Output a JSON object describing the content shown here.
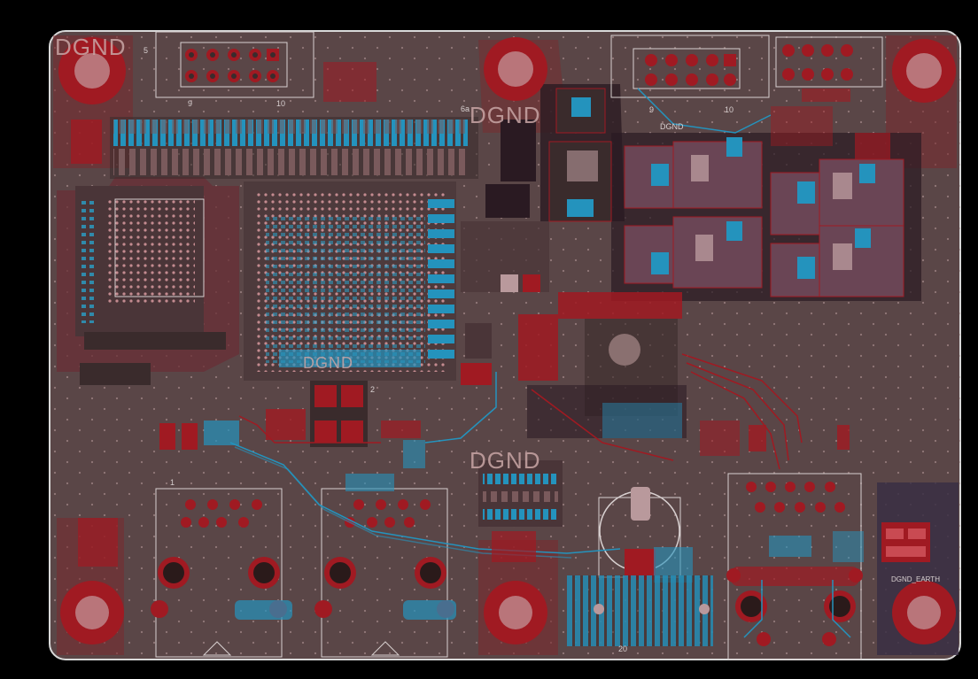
{
  "view": {
    "title": ""
  },
  "colors": {
    "background": "#000000",
    "board": "#5a4647",
    "board_edge": "#d9d9d9",
    "copper_top": "#a01a22",
    "copper_bottom": "#1f8fb5",
    "copper_inner": "#7a2a2e",
    "silkscreen": "#d8d0d0",
    "pad_fill": "#c94a52"
  },
  "labels": {
    "dgnd_1": "DGND",
    "dgnd_2": "DGND",
    "dgnd_3": "DGND",
    "dgnd_4": "DGND",
    "dgnd_small": "DGND",
    "dgnd_earth": "DGND_EARTH",
    "j1": "1",
    "j1_pin10": "10",
    "j1_pin9": "9",
    "j2_pin9": "9",
    "j2_pin10": "10",
    "num_5": "5",
    "num_2": "2",
    "num_20": "20",
    "num_6a": "6a"
  }
}
